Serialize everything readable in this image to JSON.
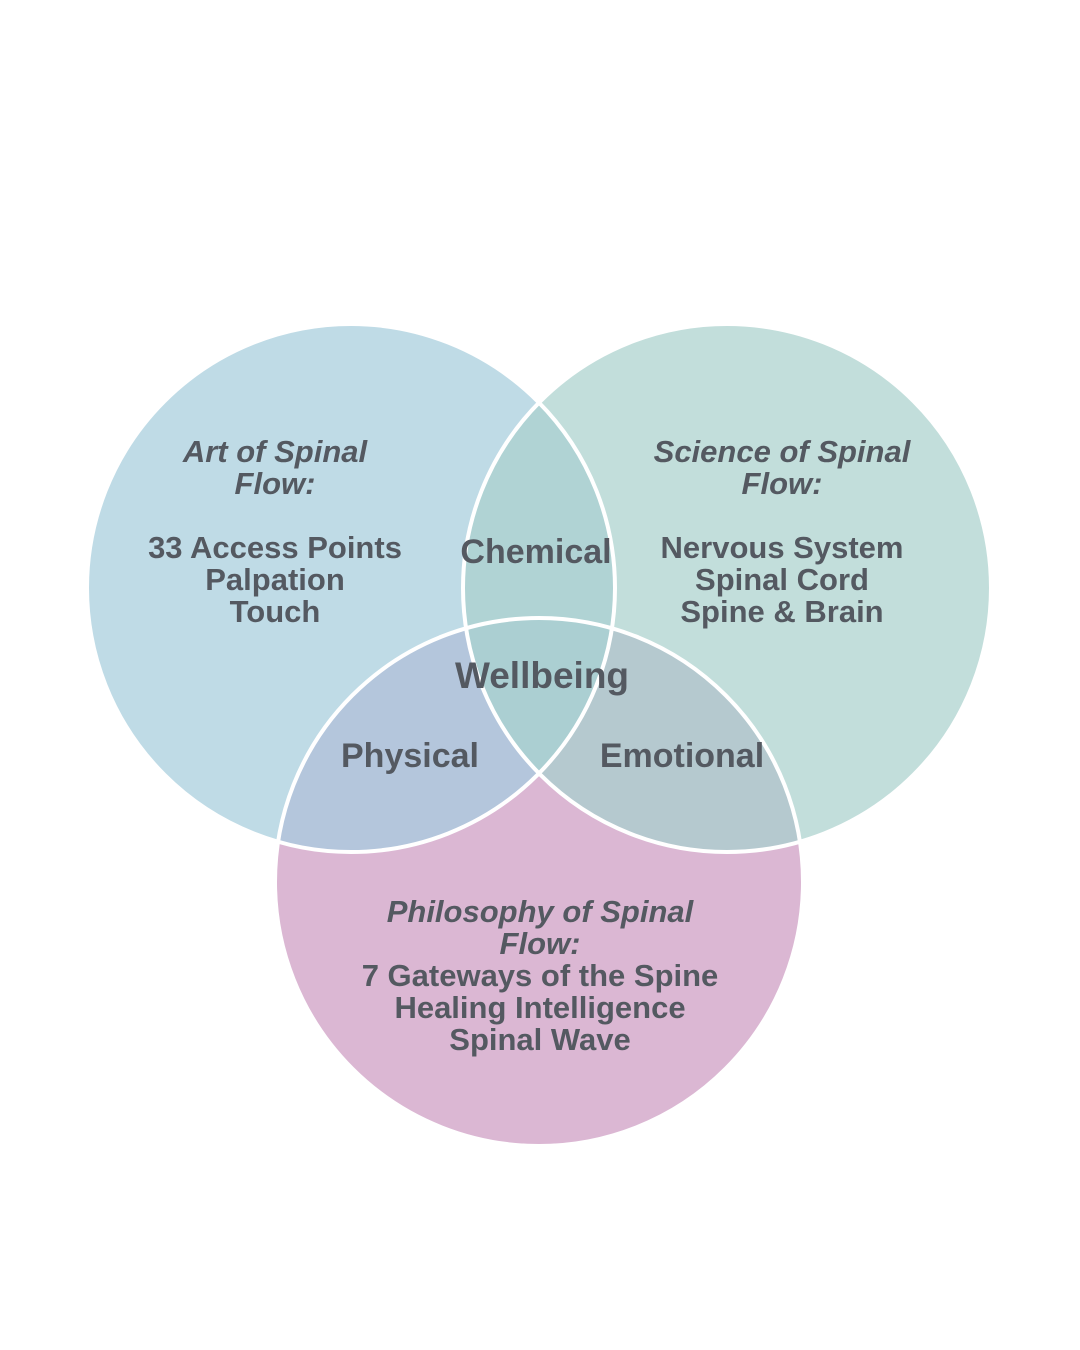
{
  "colors": {
    "art": "#bfdbe6",
    "science": "#c2dedb",
    "philosophy": "#dbb7d3",
    "chemical": "#b0d3d4",
    "physical": "#b4c6dc",
    "emotional": "#b5c9cf",
    "wellbeing": "#abcfd2",
    "outline": "#ffffff",
    "text": "#545961"
  },
  "art": {
    "title_line1": "Art of Spinal",
    "title_line2": "Flow:",
    "items": [
      "33 Access Points",
      "Palpation",
      "Touch"
    ]
  },
  "science": {
    "title_line1": "Science of Spinal",
    "title_line2": "Flow:",
    "items": [
      "Nervous System",
      "Spinal Cord",
      "Spine & Brain"
    ]
  },
  "philosophy": {
    "title_line1": "Philosophy of Spinal",
    "title_line2": "Flow:",
    "items": [
      "7 Gateways of the Spine",
      "Healing Intelligence",
      "Spinal Wave"
    ]
  },
  "overlaps": {
    "chemical": "Chemical",
    "physical": "Physical",
    "emotional": "Emotional",
    "wellbeing": "Wellbeing"
  }
}
